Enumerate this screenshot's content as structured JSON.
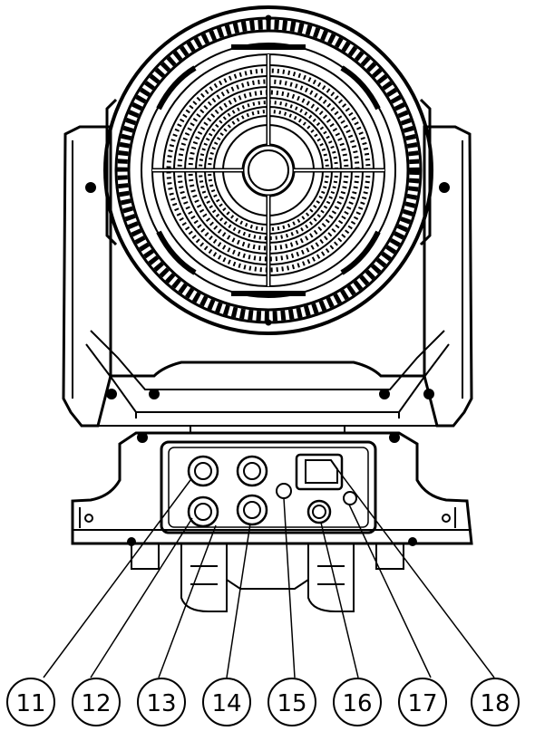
{
  "callouts": [
    "11",
    "12",
    "13",
    "14",
    "15",
    "16",
    "17",
    "18"
  ],
  "colors": {
    "line": "#000000",
    "background": "#ffffff"
  }
}
